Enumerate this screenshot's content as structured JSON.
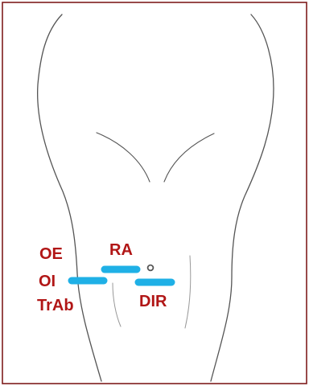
{
  "colors": {
    "frame": "#7f1d1d",
    "outline": "#555555",
    "label": "#b11616",
    "probe": "#1fb0e6"
  },
  "labels": {
    "oe": "OE",
    "ra": "RA",
    "oi": "OI",
    "trab": "TrAb",
    "dir": "DIR"
  }
}
